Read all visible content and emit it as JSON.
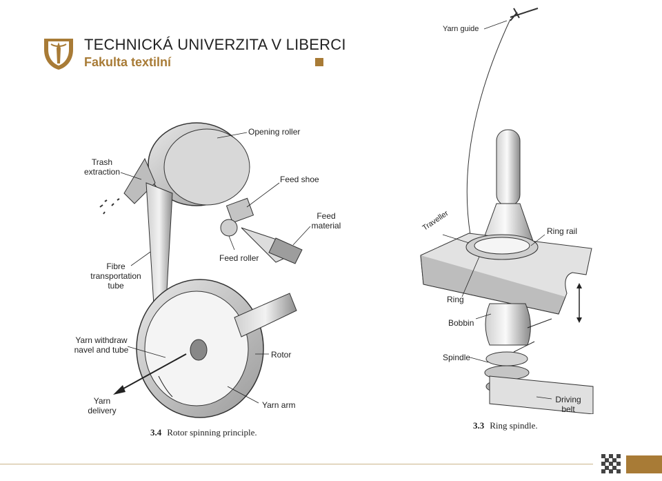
{
  "header": {
    "university": "TECHNICKÁ UNIVERZITA V LIBERCI",
    "faculty": "Fakulta textilní",
    "brand_color": "#a87b36"
  },
  "rotor_figure": {
    "caption_number": "3.4",
    "caption_text": "Rotor spinning principle.",
    "labels": {
      "opening_roller": "Opening roller",
      "trash_extraction": "Trash\nextraction",
      "feed_shoe": "Feed shoe",
      "feed_material": "Feed\nmaterial",
      "feed_roller": "Feed roller",
      "fibre_tube": "Fibre\ntransportation\ntube",
      "yarn_withdraw": "Yarn withdraw\nnavel and tube",
      "rotor": "Rotor",
      "yarn_delivery": "Yarn\ndelivery",
      "yarn_arm": "Yarn arm"
    }
  },
  "ring_figure": {
    "caption_number": "3.3",
    "caption_text": "Ring spindle.",
    "labels": {
      "yarn_guide": "Yarn guide",
      "traveller": "Traveller",
      "ring_rail": "Ring rail",
      "ring": "Ring",
      "bobbin": "Bobbin",
      "spindle": "Spindle",
      "driving_belt": "Driving\nbelt"
    }
  }
}
